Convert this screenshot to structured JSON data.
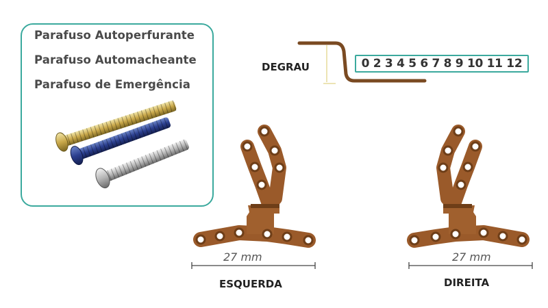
{
  "screw_box": {
    "items": [
      "Parafuso  Autoperfurante",
      "Parafuso Automacheante",
      "Parafuso de Emergência"
    ]
  },
  "step": {
    "label": "DEGRAU",
    "values": "0 2 3 4 5 6 7 8 9 10 11 12"
  },
  "plates": {
    "left": {
      "label": "ESQUERDA",
      "dimension": "27 mm"
    },
    "right": {
      "label": "DIREITA",
      "dimension": "27 mm"
    }
  },
  "colors": {
    "accent": "#3aa99d",
    "plate": "#9a5a2a"
  }
}
